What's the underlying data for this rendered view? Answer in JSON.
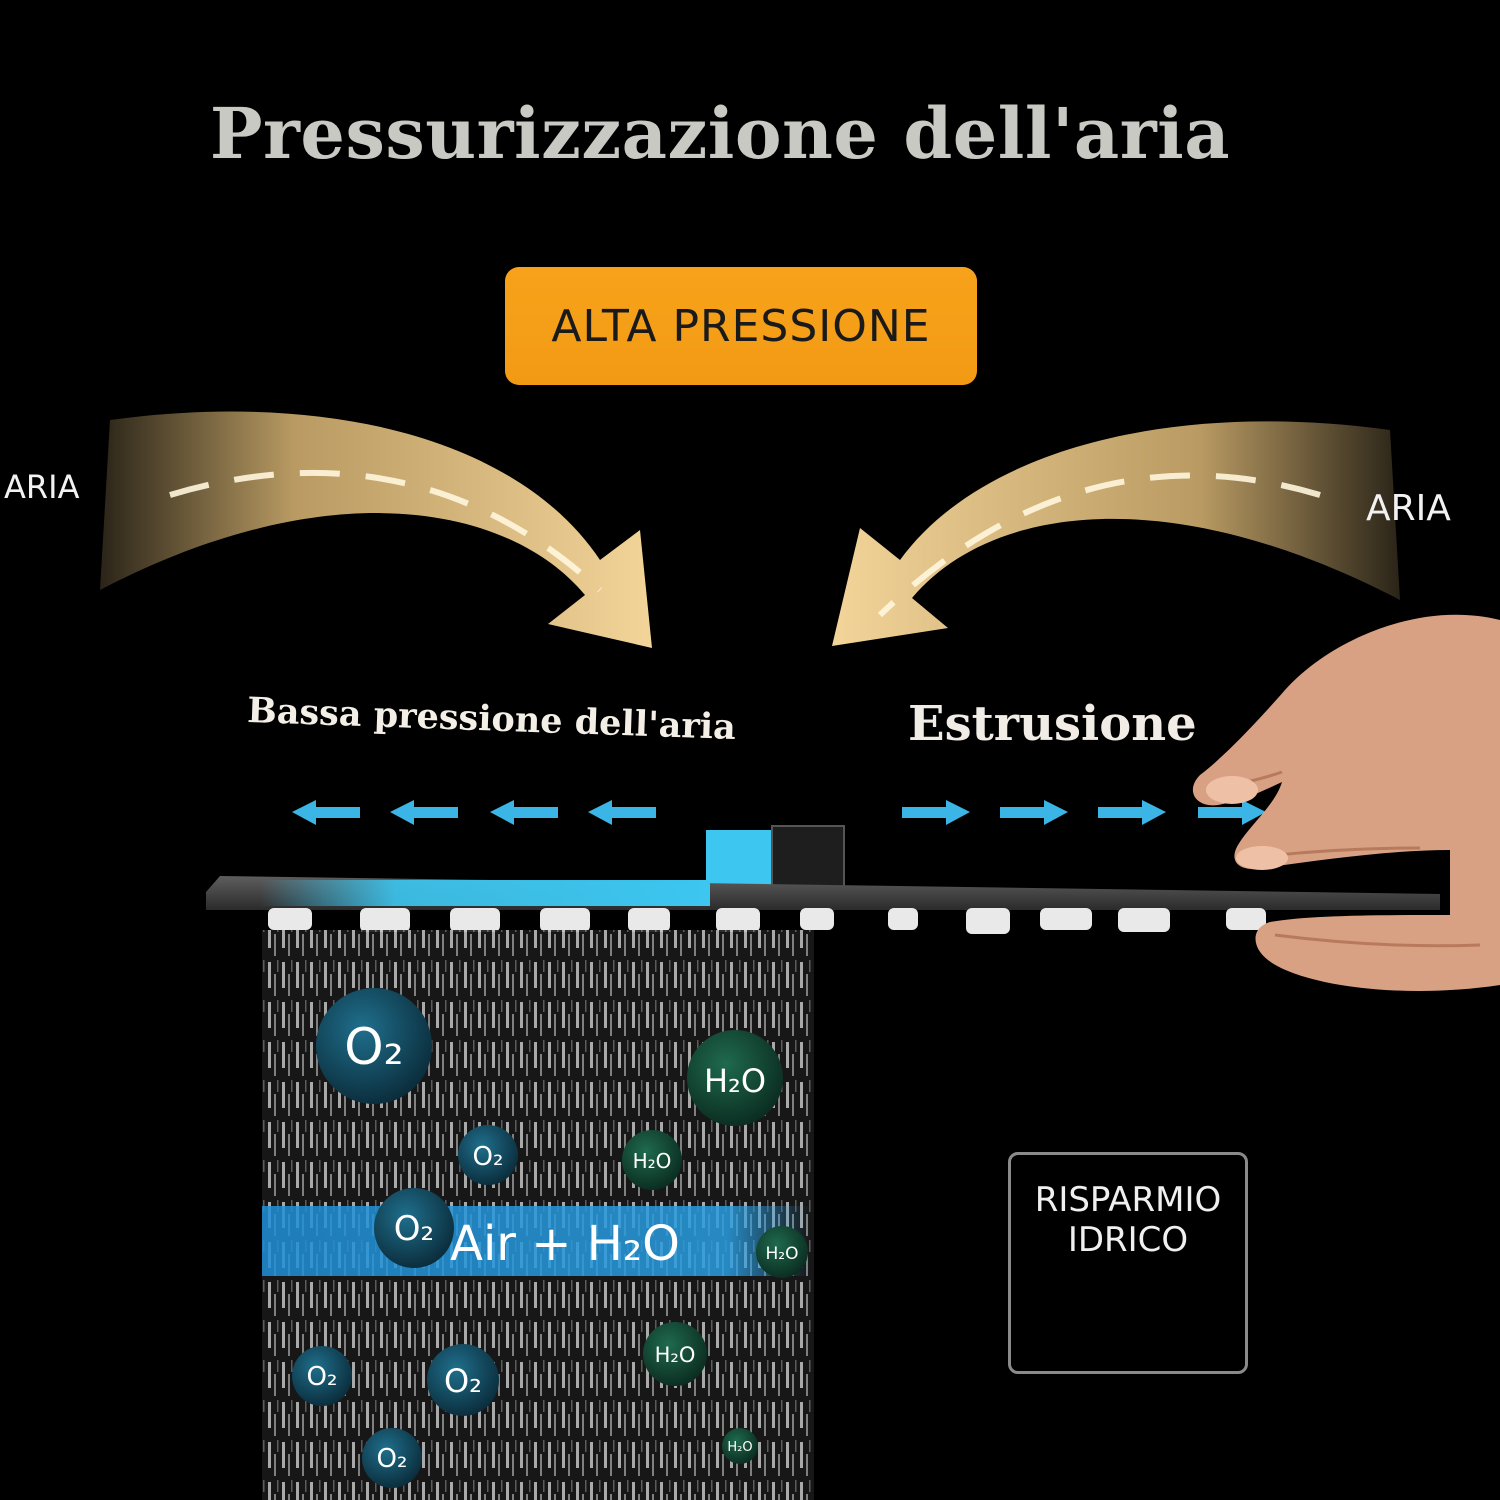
{
  "title": "Pressurizzazione dell'aria",
  "high_pressure_label": "ALTA PRESSIONE",
  "air_left_label": "ARIA",
  "air_right_label": "ARIA",
  "low_pressure_label": "Bassa pressione dell'aria",
  "extrusion_label": "Estrusione",
  "water_saving_label": [
    "RISPARMIO",
    "IDRICO"
  ],
  "mix_banner": "Air + H₂O",
  "molecules": {
    "oxygen": "O₂",
    "water": "H₂O"
  },
  "colors": {
    "badge": "#f5a01a",
    "airflow": "#d9b67a",
    "flow_arrows": "#3bb4e6",
    "title": "#c9c9c4"
  },
  "icons": [
    "curved-airflow-arrow-icon",
    "flow-arrow-left-icon",
    "flow-arrow-right-icon",
    "hand-icon",
    "shower-head-icon"
  ]
}
